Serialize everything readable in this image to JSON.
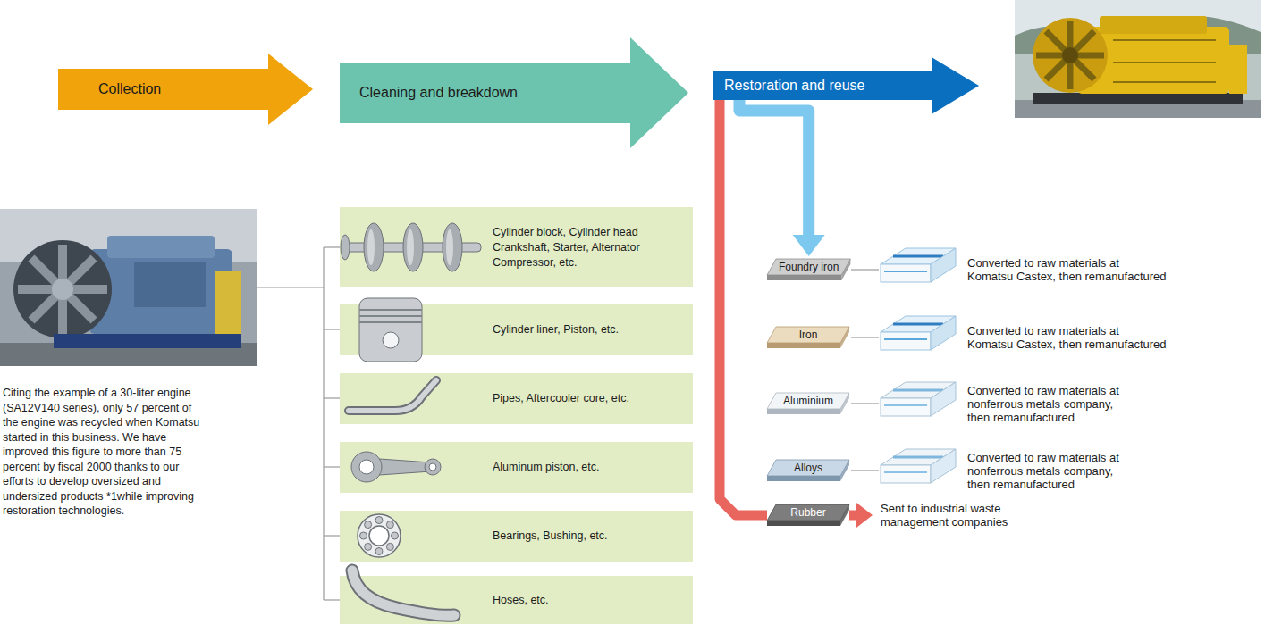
{
  "diagram": {
    "nodes": [
      {
        "text": [
          "Collection"
        ]
      },
      {
        "text": [
          "Cleaning and breakdown"
        ]
      },
      {
        "text": [
          "Restoration and reuse"
        ]
      },
      {
        "text": [
          "Cylinder block, Cylinder head Crankshaft, Starter, Alternator Compressor, etc."
        ]
      },
      {
        "text": [
          "Cylinder liner, Piston, etc."
        ]
      },
      {
        "text": [
          "Pipes, Aftercooler core, etc."
        ]
      },
      {
        "text": [
          "Aluminum piston, etc."
        ]
      },
      {
        "text": [
          "Bearings, Bushing, etc."
        ]
      },
      {
        "text": [
          "Hoses, etc."
        ]
      },
      {
        "text": [
          "Foundry iron"
        ]
      },
      {
        "text": [
          "Iron"
        ]
      },
      {
        "text": [
          "Aluminium"
        ]
      },
      {
        "text": [
          "Alloys"
        ]
      },
      {
        "text": [
          "Rubber"
        ]
      }
    ],
    "edges": [
      {
        "from": 2,
        "to": 9,
        "arrow": "to"
      },
      {
        "from": 2,
        "to": 13,
        "arrow": "none"
      }
    ],
    "labels": [
      "Citing the example of a 30-liter engine (SA12V140 series), only 57 percent of the engine was recycled when Komatsu started in this business. We have improved this figure to more than 75 percent by fiscal 2000 thanks to our efforts to develop oversized and undersized products *1while improving restoration technologies.",
      "Converted to raw materials at Komatsu Castex, then remanufactured",
      "Converted to raw materials at Komatsu Castex, then remanufactured",
      "Converted to raw materials at nonferrous metals company, then remanufactured",
      "Converted to raw materials at nonferrous metals company, then remanufactured",
      "Sent to industrial waste management companies"
    ]
  }
}
